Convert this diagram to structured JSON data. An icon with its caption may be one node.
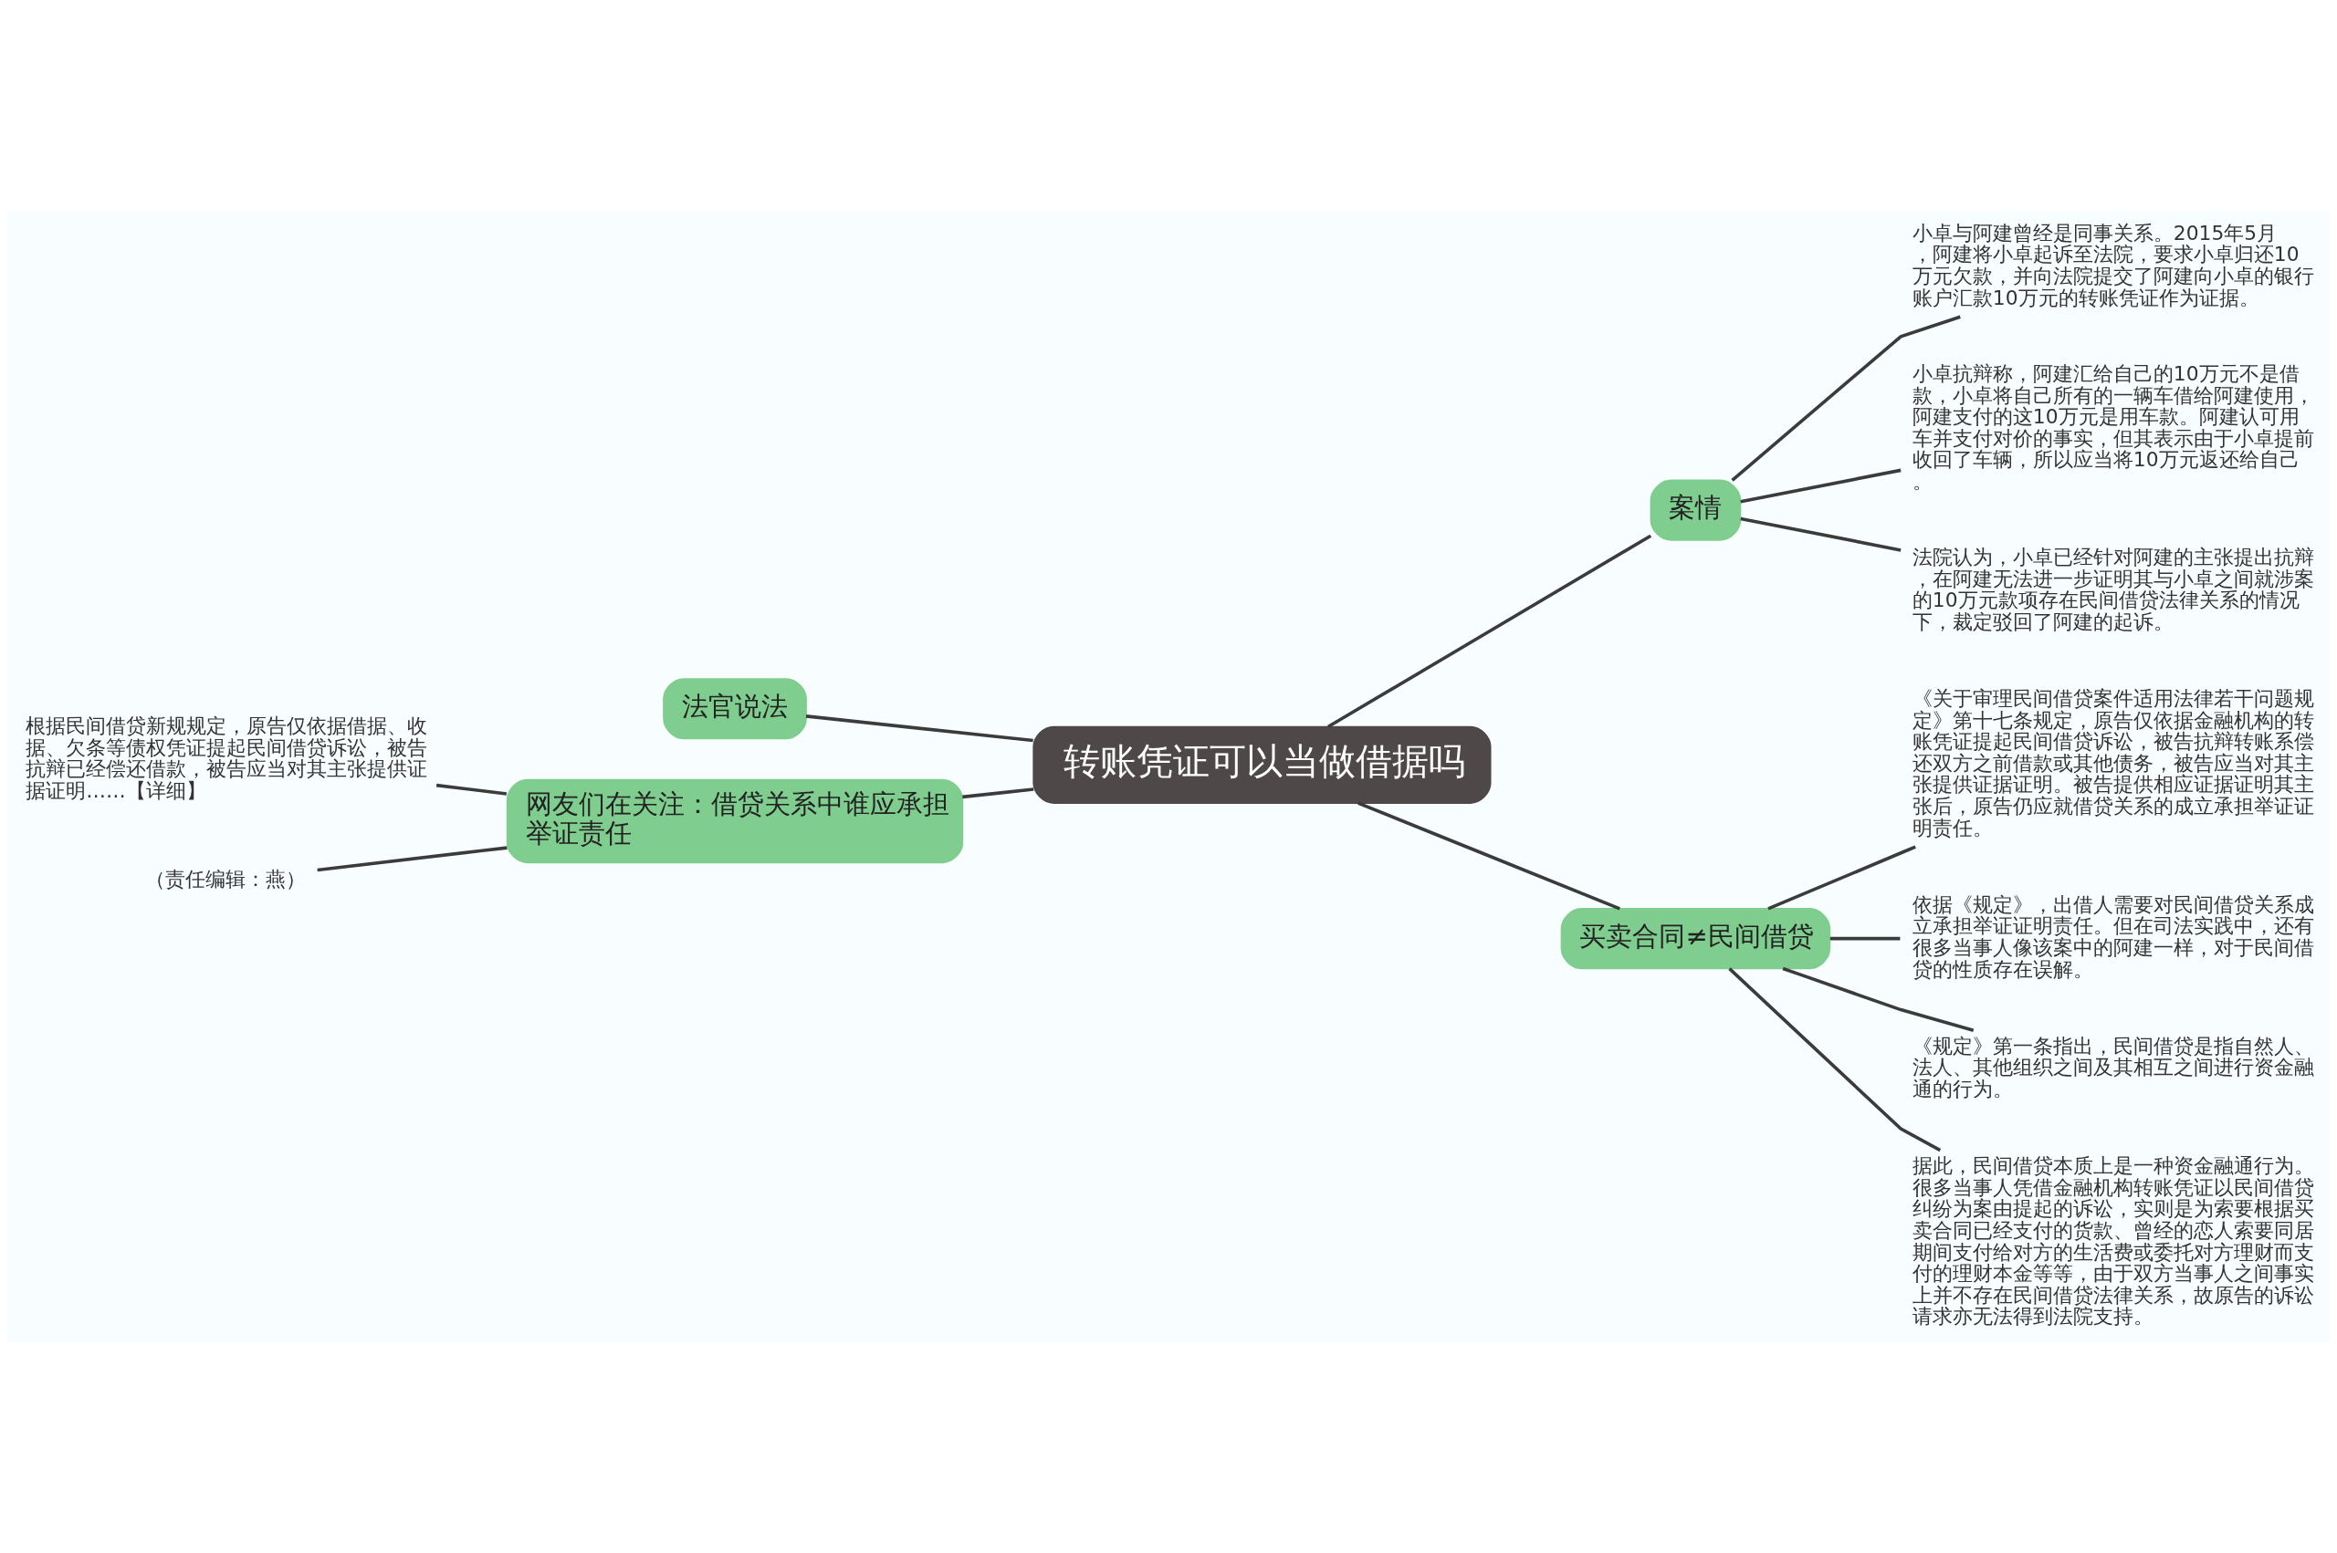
{
  "diagram": {
    "nodes": [
      {
        "text": [
          "转账凭证可以当做借据吗"
        ]
      },
      {
        "text": [
          "案情"
        ]
      },
      {
        "text": [
          "小卓与阿建曾经是同事关系。2015年5月，阿建将小卓起诉至法院，要求小卓归还10万元欠款，并向法院提交了阿建向小卓的银行账户汇款10万元的转账凭证作为证据。"
        ]
      },
      {
        "text": [
          "小卓抗辩称，阿建汇给自己的10万元不是借款，小卓将自己所有的一辆车借给阿建使用，阿建支付的这10万元是用车款。阿建认可用车并支付对价的事实，但其表示由于小卓提前收回了车辆，所以应当将10万元返还给自己。"
        ]
      },
      {
        "text": [
          "法院认为，小卓已经针对阿建的主张提出抗辩，在阿建无法进一步证明其与小卓之间就涉案的10万元款项存在民间借贷法律关系的情况下，裁定驳回了阿建的起诉。"
        ]
      },
      {
        "text": [
          "买卖合同≠民间借贷"
        ]
      },
      {
        "text": [
          "《关于审理民间借贷案件适用法律若干问题规定》第十七条规定，原告仅依据金融机构的转账凭证提起民间借贷诉讼，被告抗辩转账系偿还双方之前借款或其他债务，被告应当对其主张提供证据证明。被告提供相应证据证明其主张后，原告仍应就借贷关系的成立承担举证证明责任。"
        ]
      },
      {
        "text": [
          "依据《规定》，出借人需要对民间借贷关系成立承担举证证明责任。但在司法实践中，还有很多当事人像该案中的阿建一样，对于民间借贷的性质存在误解。"
        ]
      },
      {
        "text": [
          "《规定》第一条指出，民间借贷是指自然人、法人、其他组织之间及其相互之间进行资金融通的行为。"
        ]
      },
      {
        "text": [
          "据此，民间借贷本质上是一种资金融通行为。很多当事人凭借金融机构转账凭证以民间借贷纠纷为案由提起的诉讼，实则是为索要根据买卖合同已经支付的货款、曾经的恋人索要同居期间支付给对方的生活费或委托对方理财而支付的理财本金等等，由于双方当事人之间事实上并不存在民间借贷法律关系，故原告的诉讼请求亦无法得到法院支持。"
        ]
      },
      {
        "text": [
          "法官说法"
        ]
      },
      {
        "text": [
          "网友们在关注：借贷关系中谁应承担举证责任"
        ]
      },
      {
        "text": [
          "根据民间借贷新规规定，原告仅依据借据、收据、欠条等债权凭证提起民间借贷诉讼，被告抗辩已经偿还借款，被告应当对其主张提供证据证明……【详细】"
        ]
      },
      {
        "text": [
          "（责任编辑：燕）"
        ]
      }
    ],
    "edges": [
      {
        "from": 0,
        "to": 1,
        "arrow": "none"
      },
      {
        "from": 1,
        "to": 2,
        "arrow": "none"
      },
      {
        "from": 1,
        "to": 3,
        "arrow": "none"
      },
      {
        "from": 1,
        "to": 4,
        "arrow": "none"
      },
      {
        "from": 0,
        "to": 5,
        "arrow": "none"
      },
      {
        "from": 5,
        "to": 6,
        "arrow": "none"
      },
      {
        "from": 5,
        "to": 7,
        "arrow": "none"
      },
      {
        "from": 5,
        "to": 8,
        "arrow": "none"
      },
      {
        "from": 5,
        "to": 9,
        "arrow": "none"
      },
      {
        "from": 0,
        "to": 10,
        "arrow": "none"
      },
      {
        "from": 0,
        "to": 11,
        "arrow": "none"
      },
      {
        "from": 11,
        "to": 12,
        "arrow": "none"
      },
      {
        "from": 11,
        "to": 13,
        "arrow": "none"
      }
    ]
  }
}
